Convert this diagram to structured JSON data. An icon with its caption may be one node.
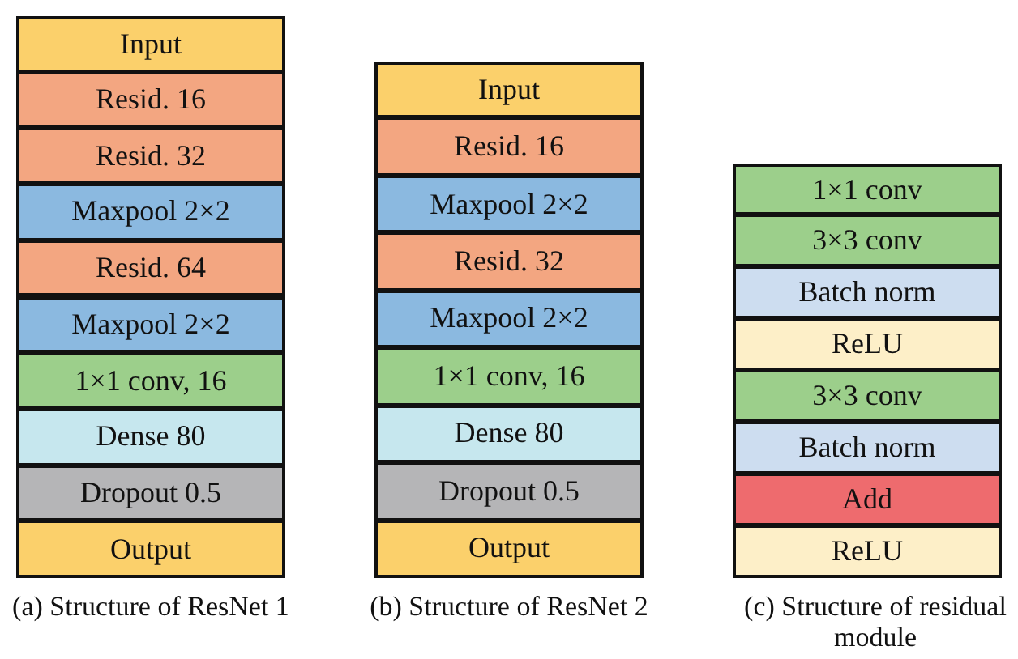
{
  "diagram": {
    "nodes": [
      {
        "text": [
          "Input"
        ]
      },
      {
        "text": [
          "Resid. 16"
        ]
      },
      {
        "text": [
          "Resid. 32"
        ]
      },
      {
        "text": [
          "Maxpool 2×2"
        ]
      },
      {
        "text": [
          "Resid. 64"
        ]
      },
      {
        "text": [
          "Maxpool 2×2"
        ]
      },
      {
        "text": [
          "1×1 conv, 16"
        ]
      },
      {
        "text": [
          "Dense 80"
        ]
      },
      {
        "text": [
          "Dropout 0.5"
        ]
      },
      {
        "text": [
          "Output"
        ]
      },
      {
        "text": [
          "Input"
        ]
      },
      {
        "text": [
          "Resid. 16"
        ]
      },
      {
        "text": [
          "Maxpool 2×2"
        ]
      },
      {
        "text": [
          "Resid. 32"
        ]
      },
      {
        "text": [
          "Maxpool 2×2"
        ]
      },
      {
        "text": [
          "1×1 conv, 16"
        ]
      },
      {
        "text": [
          "Dense 80"
        ]
      },
      {
        "text": [
          "Dropout 0.5"
        ]
      },
      {
        "text": [
          "Output"
        ]
      },
      {
        "text": [
          "1×1 conv"
        ]
      },
      {
        "text": [
          "3×3 conv"
        ]
      },
      {
        "text": [
          "Batch norm"
        ]
      },
      {
        "text": [
          "ReLU"
        ]
      },
      {
        "text": [
          "3×3 conv"
        ]
      },
      {
        "text": [
          "Batch norm"
        ]
      },
      {
        "text": [
          "Add"
        ]
      },
      {
        "text": [
          "ReLU"
        ]
      }
    ],
    "labels": [
      "(a) Structure of ResNet 1",
      "(b) Structure of ResNet 2",
      "(c) Structure of residual module"
    ]
  }
}
